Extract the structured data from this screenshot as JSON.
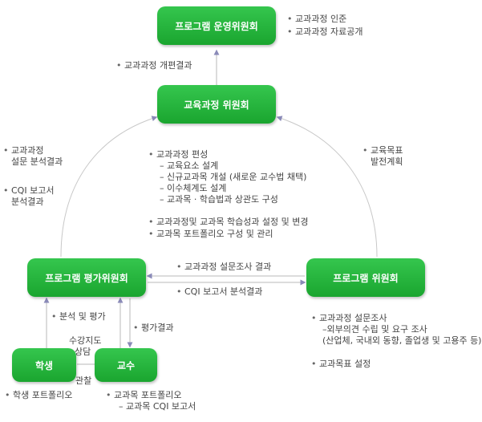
{
  "nodes": {
    "operating_committee": "프로그램 운영위원회",
    "curriculum_committee": "교육과정 위원회",
    "evaluation_committee": "프로그램 평가위원회",
    "program_committee": "프로그램 위원회",
    "student": "학생",
    "professor": "교수"
  },
  "notes": {
    "operating_1": "교과과정 인준",
    "operating_2": "교과과정 자료공개",
    "revision_result": "교과과정 개편결과",
    "left_1a": "교과과정",
    "left_1b": "설문 분석결과",
    "left_2a": "CQI 보고서",
    "left_2b": "분석결과",
    "right_1a": "교육목표",
    "right_1b": "발전계획",
    "center_1": "교과과정 편성",
    "center_1a": "– 교육요소 설계",
    "center_1b": "– 신규교과목 개설 (새로운 교수법 채택)",
    "center_1c": "– 이수체계도 설계",
    "center_1d": "– 교과목 · 학습법과 상관도 구성",
    "center_2": "교과과정및 교과목 학습성과 설정 및 변경",
    "center_3": "교과목 포트폴리오 구성 및 관리",
    "survey_result": "교과과정 설문조사 결과",
    "cqi_result": "CQI 보고서 분석결과",
    "program_1": "교과과정 설문조사",
    "program_1a": "–외부의견 수립 및 요구 조사",
    "program_1b": "(산업체, 국내외 동향, 졸업생 및 고용주 등)",
    "program_2": "교과목표 설정",
    "analysis_eval": "분석 및 평가",
    "eval_result": "평가결과",
    "counseling_1": "수강지도",
    "counseling_2": "상담",
    "observation": "관찰",
    "student_portfolio": "학생 포트폴리오",
    "prof_portfolio": "교과목 포트폴리오",
    "prof_cqi": "– 교과목 CQI 보고서"
  },
  "colors": {
    "node": "#23b03a",
    "line": "#b8b8b8",
    "arrow": "#8a8ab8"
  }
}
